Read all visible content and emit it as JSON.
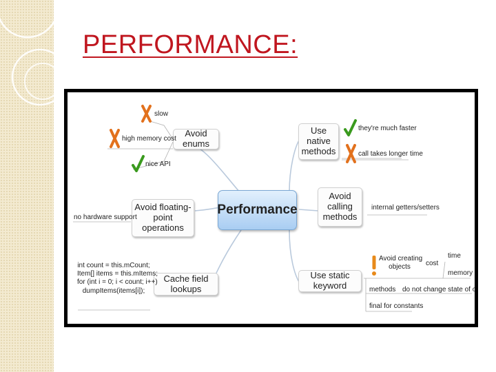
{
  "slide": {
    "title": "PERFORMANCE:"
  },
  "mindmap": {
    "center": "Performance",
    "branches": {
      "avoid_enums": {
        "label": "Avoid enums",
        "leaves": [
          {
            "text": "slow",
            "icon": "cross-icon"
          },
          {
            "text": "high memory cost",
            "icon": "cross-icon"
          },
          {
            "text": "nice API",
            "icon": "check-icon"
          }
        ]
      },
      "avoid_float": {
        "label_line1": "Avoid floating-point",
        "label_line2": "operations",
        "leaf": "no hardware support"
      },
      "cache_field": {
        "label": "Cache field lookups",
        "code": [
          "int count = this.mCount;",
          "Item[] items = this.mItems;",
          "for (int i = 0; i < count; i++)",
          "dumpItems(items[i]);"
        ]
      },
      "native": {
        "label_line1": "Use native",
        "label_line2": "methods",
        "leaves": [
          {
            "text": "they're much faster",
            "icon": "check-icon"
          },
          {
            "text": "call takes longer time",
            "icon": "cross-icon"
          }
        ]
      },
      "getters": {
        "label_line1": "Avoid calling",
        "label_line2": "methods",
        "leaf": "internal getters/setters"
      },
      "static": {
        "label": "Use static keyword",
        "avoid_line1": "Avoid creating",
        "avoid_line2": "objects",
        "avoid_icon": "warning-icon",
        "cost": "cost",
        "cost_items": [
          "time",
          "memory"
        ],
        "methods": "methods",
        "methods_leaf": "do not change state of object",
        "final": "final for constants"
      }
    }
  }
}
